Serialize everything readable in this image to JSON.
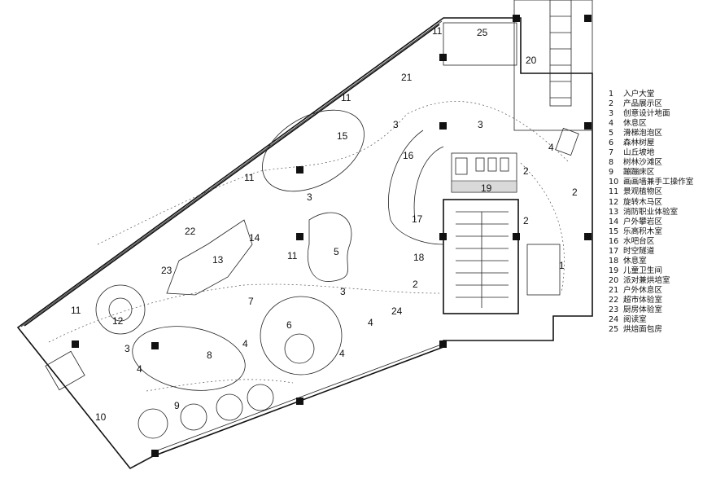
{
  "zone_labels": {
    "z1": "1",
    "z2a": "2",
    "z2b": "2",
    "z2c": "2",
    "z2d": "2",
    "z3a": "3",
    "z3b": "3",
    "z3c": "3",
    "z3d": "3",
    "z3e": "3",
    "z4a": "4",
    "z4b": "4",
    "z4c": "4",
    "z4d": "4",
    "z4e": "4",
    "z5": "5",
    "z6": "6",
    "z7": "7",
    "z8": "8",
    "z9": "9",
    "z10": "10",
    "z11a": "11",
    "z11b": "11",
    "z11c": "11",
    "z11d": "11",
    "z11e": "11",
    "z12": "12",
    "z13": "13",
    "z14": "14",
    "z15": "15",
    "z16": "16",
    "z17": "17",
    "z18": "18",
    "z19": "19",
    "z20": "20",
    "z21": "21",
    "z22": "22",
    "z23": "23",
    "z24": "24",
    "z25": "25"
  },
  "legend": [
    {
      "num": "1",
      "text": "入户大堂"
    },
    {
      "num": "2",
      "text": "产品展示区"
    },
    {
      "num": "3",
      "text": "创意设计地面"
    },
    {
      "num": "4",
      "text": "休息区"
    },
    {
      "num": "5",
      "text": "滑梯泡泡区"
    },
    {
      "num": "6",
      "text": "森林树屋"
    },
    {
      "num": "7",
      "text": "山丘坡地"
    },
    {
      "num": "8",
      "text": "树林沙滩区"
    },
    {
      "num": "9",
      "text": "蹦蹦床区"
    },
    {
      "num": "10",
      "text": "画画墙兼手工操作室"
    },
    {
      "num": "11",
      "text": "景观植物区"
    },
    {
      "num": "12",
      "text": "旋转木马区"
    },
    {
      "num": "13",
      "text": "消防职业体验室"
    },
    {
      "num": "14",
      "text": "户外攀岩区"
    },
    {
      "num": "15",
      "text": "乐高积木室"
    },
    {
      "num": "16",
      "text": "水吧台区"
    },
    {
      "num": "17",
      "text": "时空隧道"
    },
    {
      "num": "18",
      "text": "休息室"
    },
    {
      "num": "19",
      "text": "儿童卫生间"
    },
    {
      "num": "20",
      "text": "派对兼烘培室"
    },
    {
      "num": "21",
      "text": "户外休息区"
    },
    {
      "num": "22",
      "text": "超市体验室"
    },
    {
      "num": "23",
      "text": "厨房体验室"
    },
    {
      "num": "24",
      "text": "阅读室"
    },
    {
      "num": "25",
      "text": "烘焙面包房"
    }
  ]
}
